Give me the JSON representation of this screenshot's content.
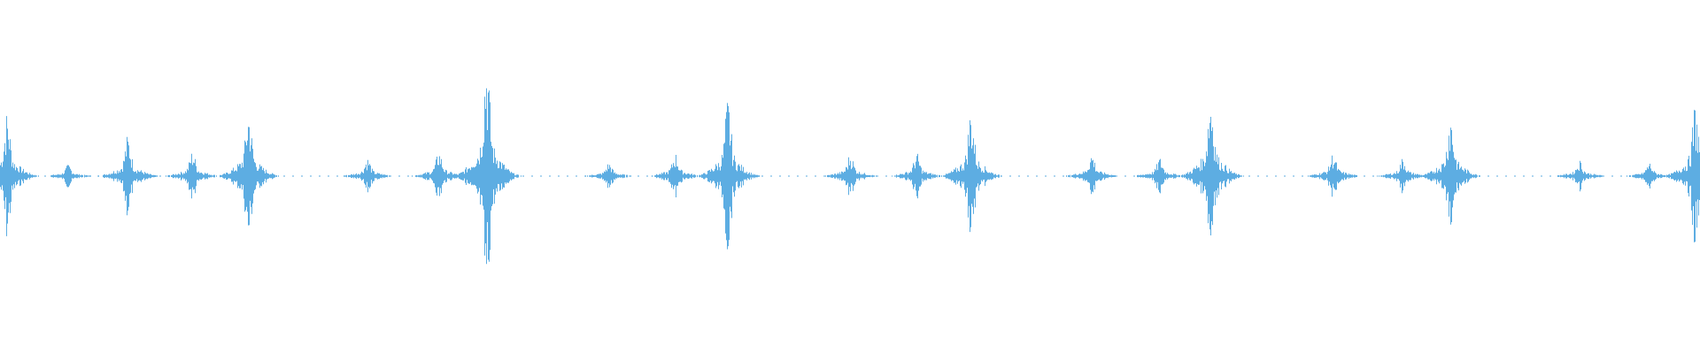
{
  "waveform": {
    "color": "#5dade2",
    "background": "#ffffff",
    "bursts": [
      {
        "center": 0.004,
        "amp": 0.14
      },
      {
        "center": 0.04,
        "amp": 0.025
      },
      {
        "center": 0.075,
        "amp": 0.09
      },
      {
        "center": 0.113,
        "amp": 0.055
      },
      {
        "center": 0.146,
        "amp": 0.15
      },
      {
        "center": 0.216,
        "amp": 0.04
      },
      {
        "center": 0.258,
        "amp": 0.055
      },
      {
        "center": 0.286,
        "amp": 0.28
      },
      {
        "center": 0.358,
        "amp": 0.03
      },
      {
        "center": 0.397,
        "amp": 0.05
      },
      {
        "center": 0.428,
        "amp": 0.17
      },
      {
        "center": 0.5,
        "amp": 0.05
      },
      {
        "center": 0.539,
        "amp": 0.05
      },
      {
        "center": 0.571,
        "amp": 0.15
      },
      {
        "center": 0.642,
        "amp": 0.05
      },
      {
        "center": 0.682,
        "amp": 0.04
      },
      {
        "center": 0.712,
        "amp": 0.19
      },
      {
        "center": 0.784,
        "amp": 0.05
      },
      {
        "center": 0.825,
        "amp": 0.04
      },
      {
        "center": 0.853,
        "amp": 0.14
      },
      {
        "center": 0.929,
        "amp": 0.035
      },
      {
        "center": 0.97,
        "amp": 0.03
      },
      {
        "center": 0.997,
        "amp": 0.16
      }
    ]
  }
}
